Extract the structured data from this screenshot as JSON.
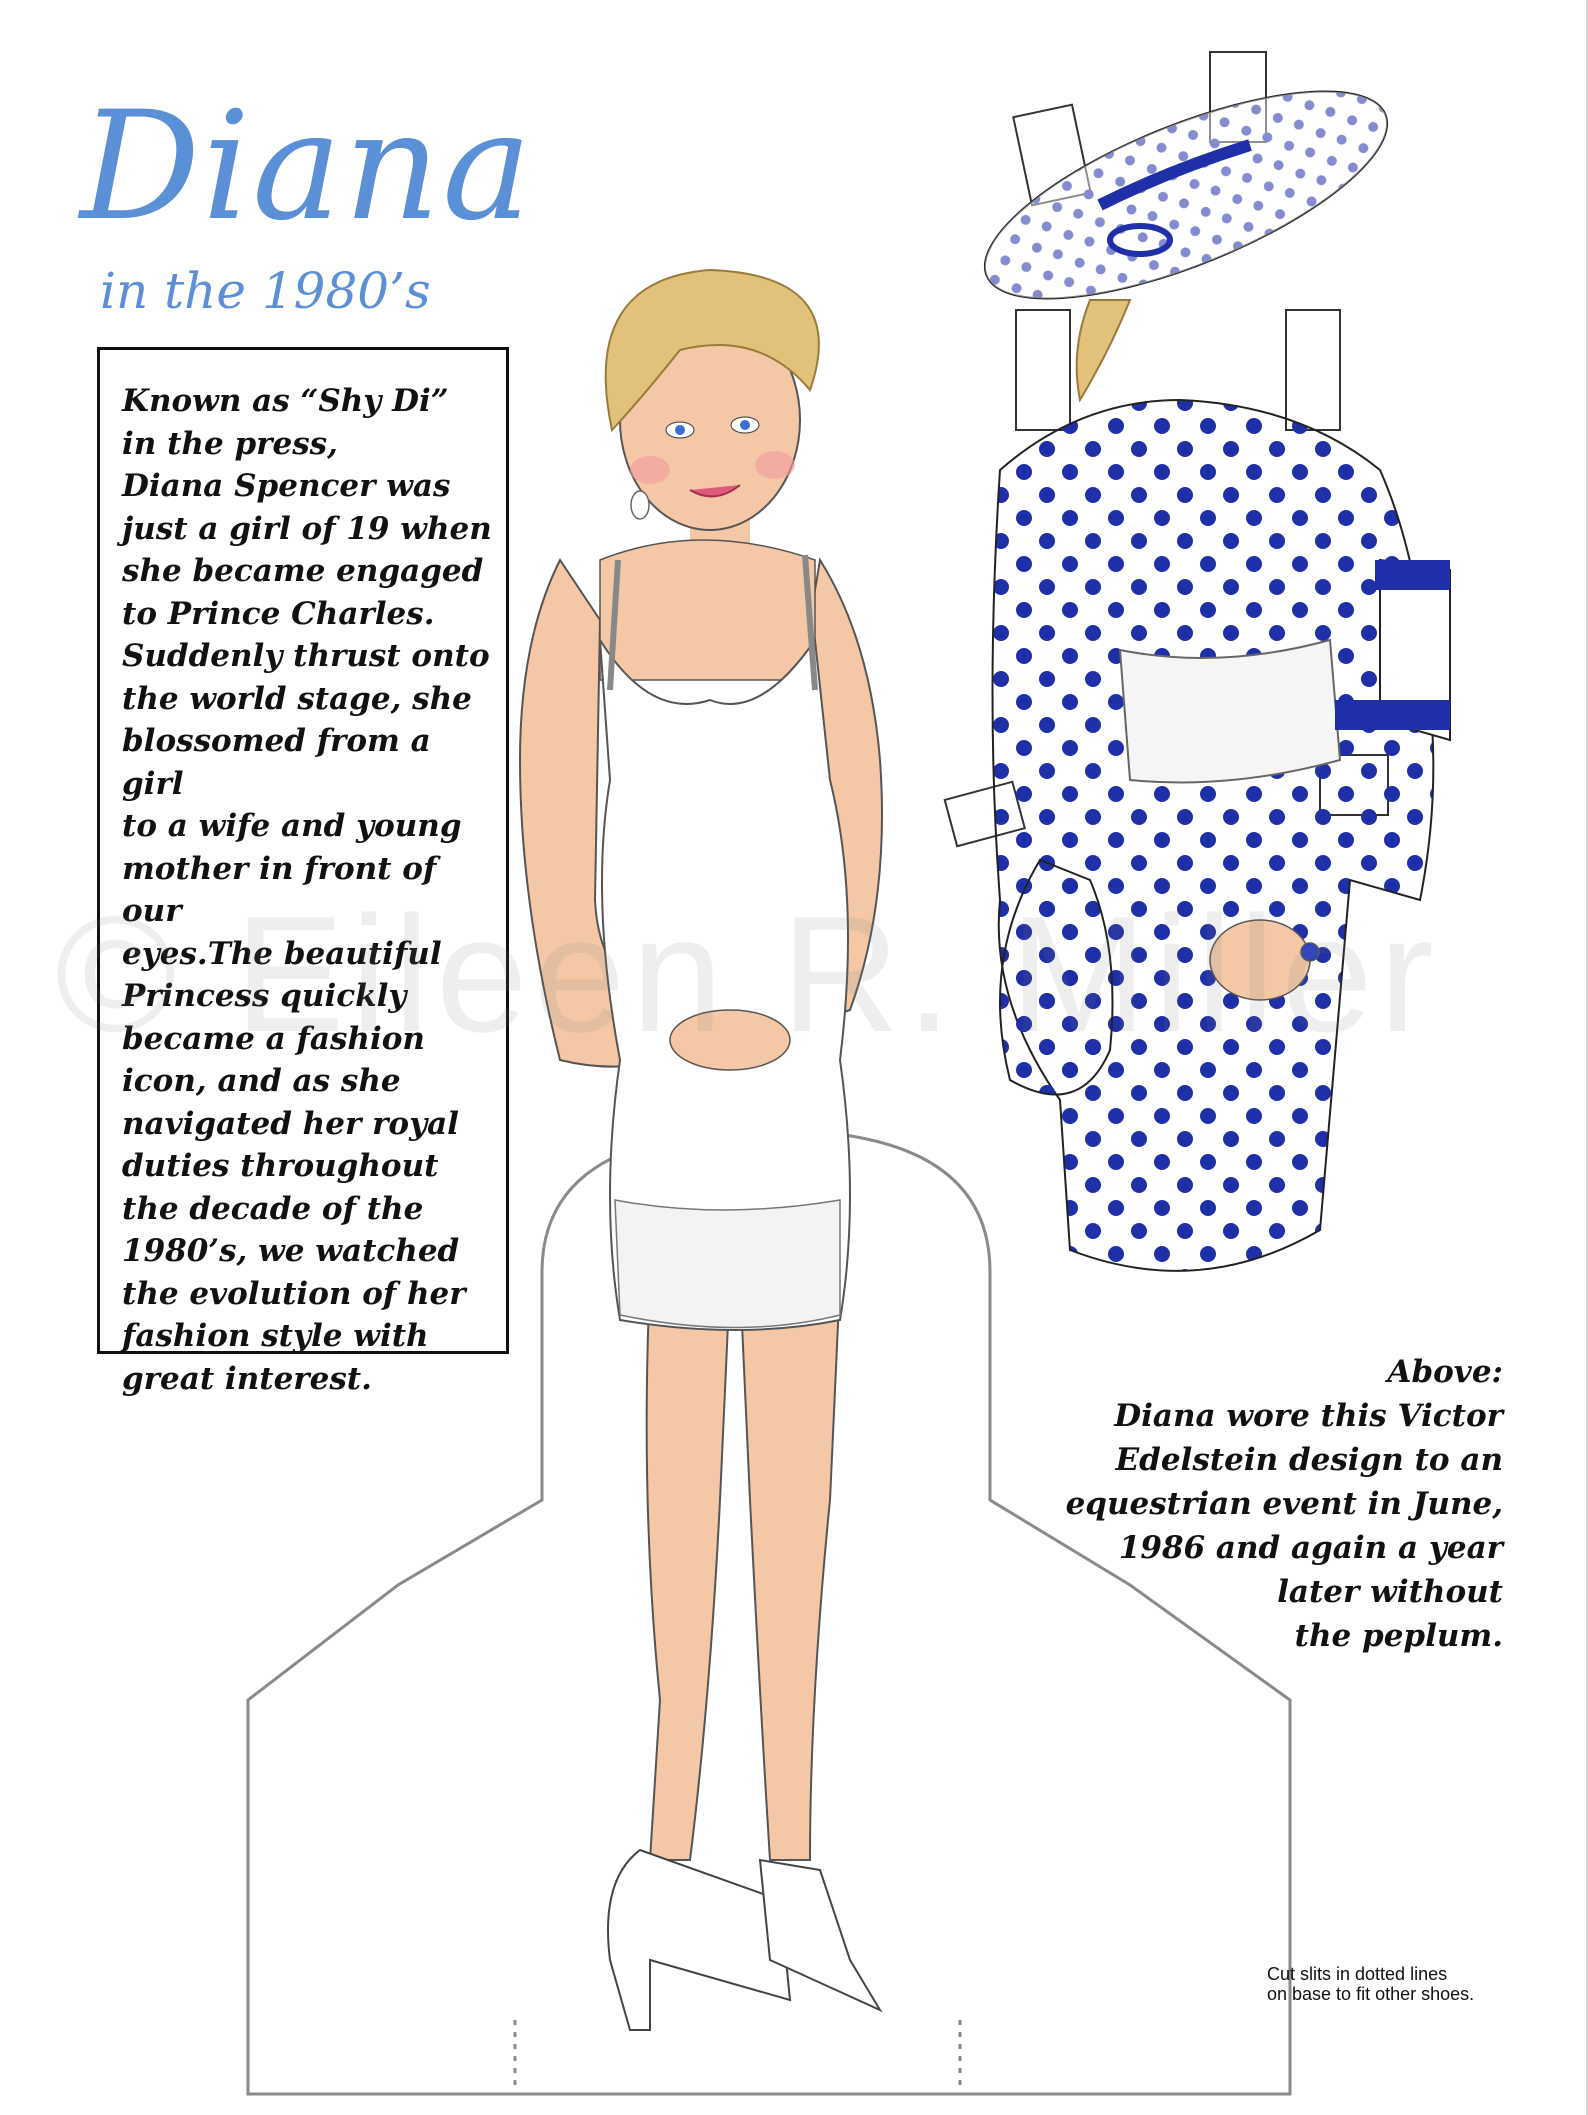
{
  "title": "Diana",
  "subtitle": "in the 1980’s",
  "bio": {
    "text": "Known as “Shy Di”\nin the press,\nDiana Spencer was\njust a girl of 19 when\nshe became engaged\nto Prince Charles.\nSuddenly thrust onto\nthe world stage, she\nblossomed from a girl\nto a wife and young\nmother in front of our\neyes.The beautiful\nPrincess quickly\nbecame a fashion\nicon, and as she\nnavigated her royal\nduties throughout\nthe decade of the\n1980’s, we watched\nthe evolution of her\nfashion style with\ngreat interest."
  },
  "caption": {
    "text": "Above:\nDiana wore this Victor\nEdelstein design to an\nequestrian event in June,\n1986 and again a year\nlater without\nthe peplum."
  },
  "cut_note": "Cut slits in dotted lines\non base to fit other shoes.",
  "watermark": "© Eileen R. Miller",
  "colors": {
    "title_blue": "#5b8fd6",
    "dot_blue": "#1f2fa8",
    "skin": "#f4c8a6",
    "hair": "#e2c27a"
  },
  "icons": {
    "doll": "paper-doll-illustration",
    "dress": "polka-dot-dress-illustration",
    "hat": "polka-dot-hat-illustration",
    "stand": "doll-stand-base"
  }
}
